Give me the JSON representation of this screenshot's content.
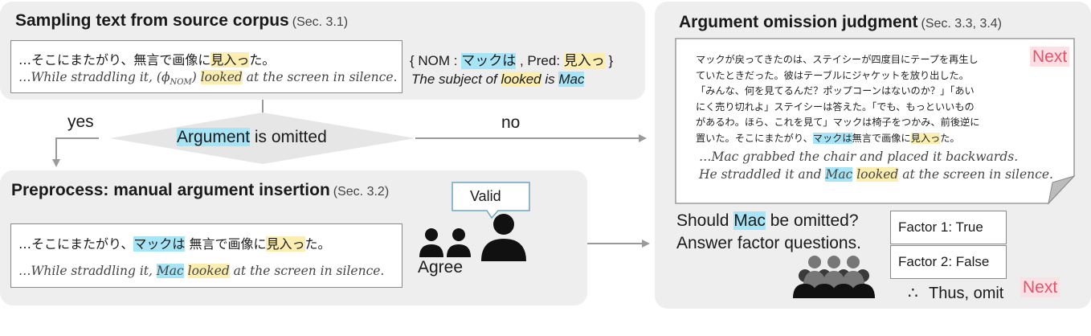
{
  "sampling": {
    "title": "Sampling text from source corpus",
    "sec": "(Sec. 3.1)",
    "jp_pre": "…そこにまたがり、無言で画像に",
    "jp_pred": "見入っ",
    "jp_post": "た。",
    "en_pre": "…While straddling it, (",
    "en_phi": "ϕ",
    "en_sub": "NOM",
    "en_close": ") ",
    "en_verb": "looked",
    "en_post": " at the screen in silence.",
    "tuple_open": "{ NOM : ",
    "tuple_nom": "マックは",
    "tuple_mid": " , Pred: ",
    "tuple_pred": "見入っ",
    "tuple_close": " }",
    "subj_pre": "The subject of ",
    "subj_verb": "looked",
    "subj_mid": " is ",
    "subj_mac": "Mac"
  },
  "decision": {
    "arg": "Argument",
    "rest": " is omitted",
    "yes": "yes",
    "no": "no"
  },
  "preprocess": {
    "title": "Preprocess: manual argument insertion",
    "sec": "(Sec. 3.2)",
    "valid": "Valid",
    "agree": "Agree",
    "jp_pre": "…そこにまたがり、",
    "jp_arg": "マックは",
    "jp_mid": " 無言で画像に",
    "jp_pred": "見入っ",
    "jp_post": "た。",
    "en_pre": "…While straddling it, ",
    "en_mac": "Mac",
    "en_sp": " ",
    "en_verb": "looked",
    "en_post": " at the screen in silence."
  },
  "judgment": {
    "title": "Argument omission judgment",
    "sec": "(Sec. 3.3, 3.4)",
    "next": "Next",
    "story_lines": [
      "マックが戻ってきたのは、ステイシーが四度目にテープを再生し",
      "ていたときだった。彼はテーブルにジャケットを放り出した。",
      "「みんな、何を見てるんだ？ポップコーンはないのか？」「あい",
      "にく売り切れよ」ステイシーは答えた。「でも、もっといいもの",
      "があるわ。ほら、これを見て」マックは椅子をつかみ、前後逆に"
    ],
    "story_last_pre": "置いた。そこにまたがり、",
    "story_last_arg": "マックは",
    "story_last_mid": "無言で画像に",
    "story_last_pred": "見入っ",
    "story_last_post": "た。",
    "en_line1": "…Mac grabbed the chair and placed it backwards.",
    "en_line2_pre": "He straddled it and ",
    "en_line2_mac": "Mac",
    "en_line2_sp": " ",
    "en_line2_verb": "looked",
    "en_line2_post": " at the screen in silence.",
    "question_pre": "Should ",
    "question_mac": "Mac",
    "question_post": " be omitted?",
    "answer": "Answer factor questions.",
    "factor1": "Factor 1: True",
    "factor2": "Factor 2: False",
    "therefore": "∴",
    "thus": "Thus, omit",
    "next2": "Next"
  },
  "colors": {
    "highlight_blue": "#a6e4f6",
    "highlight_yellow": "#fbeeb0",
    "next_red": "#e8526a",
    "panel": "#eeeeee"
  }
}
